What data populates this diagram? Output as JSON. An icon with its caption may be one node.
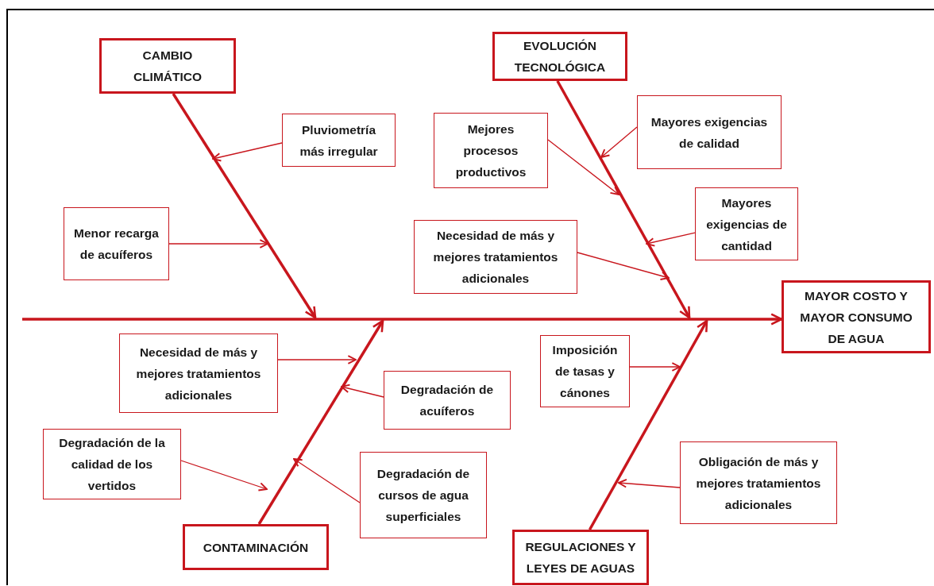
{
  "diagram": {
    "nodes": [
      {
        "text": [
          "CAMBIO CLIMÁTICO"
        ]
      },
      {
        "text": [
          "EVOLUCIÓN TECNOLÓGICA"
        ]
      },
      {
        "text": [
          "Pluviometría más irregular"
        ]
      },
      {
        "text": [
          "Mejores procesos productivos"
        ]
      },
      {
        "text": [
          "Mayores exigencias de calidad"
        ]
      },
      {
        "text": [
          "Menor recarga de acuíferos"
        ]
      },
      {
        "text": [
          "Mayores exigencias de cantidad"
        ]
      },
      {
        "text": [
          "Necesidad de más y mejores tratamientos adicionales"
        ]
      },
      {
        "text": [
          "MAYOR COSTO Y MAYOR CONSUMO DE AGUA"
        ]
      },
      {
        "text": [
          "Necesidad de más y mejores tratamientos adicionales"
        ]
      },
      {
        "text": [
          "Imposición de tasas y cánones"
        ]
      },
      {
        "text": [
          "Degradación de acuíferos"
        ]
      },
      {
        "text": [
          "Degradación de la calidad de los vertidos"
        ]
      },
      {
        "text": [
          "Degradación de cursos de agua superficiales"
        ]
      },
      {
        "text": [
          "Obligación de más y mejores tratamientos adicionales"
        ]
      },
      {
        "text": [
          "CONTAMINACIÓN"
        ]
      },
      {
        "text": [
          "REGULACIONES Y LEYES DE AGUAS"
        ]
      }
    ],
    "edges": [
      {
        "from": null,
        "to": 8,
        "arrow": "to",
        "style": "thick"
      },
      {
        "from": 0,
        "to": null,
        "arrow": "to",
        "style": "thick"
      },
      {
        "from": 1,
        "to": null,
        "arrow": "to",
        "style": "thick"
      },
      {
        "from": 15,
        "to": null,
        "arrow": "to",
        "style": "thick"
      },
      {
        "from": 16,
        "to": null,
        "arrow": "to",
        "style": "thick"
      },
      {
        "from": 2,
        "to": null,
        "arrow": "to"
      },
      {
        "from": 3,
        "to": null,
        "arrow": "to"
      },
      {
        "from": 4,
        "to": null,
        "arrow": "to"
      },
      {
        "from": 5,
        "to": null,
        "arrow": "to"
      },
      {
        "from": 6,
        "to": null,
        "arrow": "to"
      },
      {
        "from": 7,
        "to": null,
        "arrow": "to"
      },
      {
        "from": 9,
        "to": null,
        "arrow": "to"
      },
      {
        "from": 10,
        "to": null,
        "arrow": "to"
      },
      {
        "from": 11,
        "to": null,
        "arrow": "to"
      },
      {
        "from": 12,
        "to": null,
        "arrow": "to"
      },
      {
        "from": 13,
        "to": null,
        "arrow": "to"
      },
      {
        "from": 14,
        "to": null,
        "arrow": "to"
      }
    ]
  }
}
